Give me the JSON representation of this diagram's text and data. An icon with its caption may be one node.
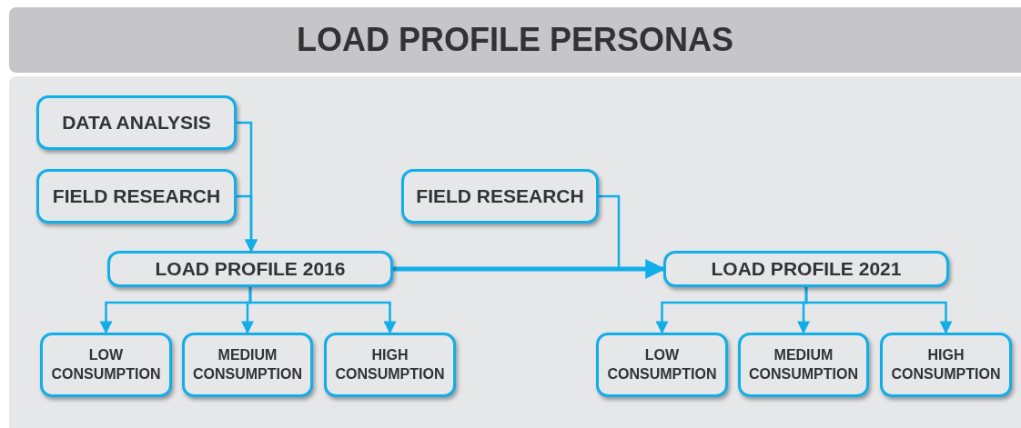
{
  "diagram": {
    "title": "LOAD PROFILE PERSONAS",
    "nodes": [
      {
        "text": [
          "DATA ANALYSIS"
        ]
      },
      {
        "text": [
          "FIELD RESEARCH"
        ]
      },
      {
        "text": [
          "FIELD RESEARCH"
        ]
      },
      {
        "text": [
          "LOAD PROFILE 2016"
        ]
      },
      {
        "text": [
          "LOAD PROFILE 2021"
        ]
      },
      {
        "text": [
          "LOW CONSUMPTION"
        ]
      },
      {
        "text": [
          "MEDIUM CONSUMPTION"
        ]
      },
      {
        "text": [
          "HIGH CONSUMPTION"
        ]
      },
      {
        "text": [
          "LOW CONSUMPTION"
        ]
      },
      {
        "text": [
          "MEDIUM CONSUMPTION"
        ]
      },
      {
        "text": [
          "HIGH CONSUMPTION"
        ]
      }
    ],
    "edges": [
      {
        "from": 0,
        "to": 3,
        "arrow": "to"
      },
      {
        "from": 1,
        "to": 3,
        "arrow": "to"
      },
      {
        "from": 3,
        "to": 4,
        "arrow": "to",
        "style": "thick"
      },
      {
        "from": 2,
        "to": 4,
        "arrow": "to"
      },
      {
        "from": 3,
        "to": 5,
        "arrow": "to"
      },
      {
        "from": 3,
        "to": 6,
        "arrow": "to"
      },
      {
        "from": 3,
        "to": 7,
        "arrow": "to"
      },
      {
        "from": 4,
        "to": 8,
        "arrow": "to"
      },
      {
        "from": 4,
        "to": 9,
        "arrow": "to"
      },
      {
        "from": 4,
        "to": 10,
        "arrow": "to"
      }
    ]
  }
}
